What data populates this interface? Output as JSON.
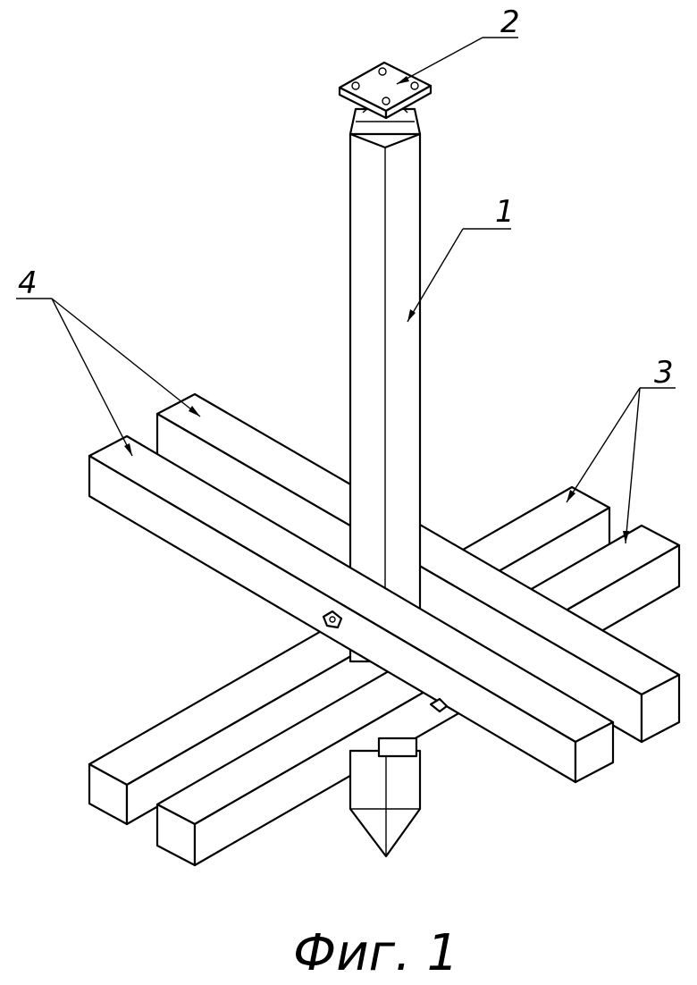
{
  "figure": {
    "caption": "Фиг. 1",
    "labels": {
      "post": "1",
      "plate": "2",
      "lower_beams": "3",
      "upper_beams": "4"
    }
  }
}
